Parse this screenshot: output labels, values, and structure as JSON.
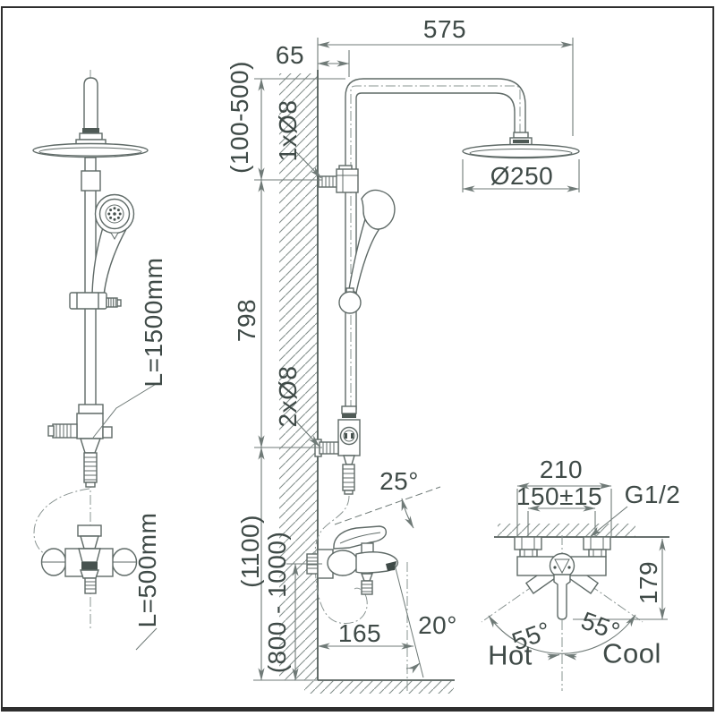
{
  "drawing": {
    "colors": {
      "line": "#5f6a67",
      "dim": "#6f7a77",
      "text": "#3f4a47",
      "background": "#ffffff"
    },
    "side_view": {
      "hand_shower_hose_length": "L=1500mm",
      "mixer_hose_length": "L=500mm"
    },
    "front_view": {
      "arm_length": "575",
      "wall_offset": "65",
      "bracket_adjust_range": "(100-500)",
      "top_fixing": "1xØ8",
      "head_diameter": "Ø250",
      "rail_length": "798",
      "bottom_fixing": "2xØ8",
      "overall_height": "(1100)",
      "install_height_range": "(800 - 1000)",
      "handle_swing_angle": "25°",
      "spout_reach": "165",
      "spout_tilt_angle": "20°"
    },
    "mixer_detail": {
      "escutcheon_width": "210",
      "inlet_spacing": "150±15",
      "connection_thread": "G1/2",
      "body_height": "179",
      "hot_swing_angle": "55°",
      "cool_swing_angle": "55°",
      "hot_label": "Hot",
      "cool_label": "Cool"
    }
  }
}
